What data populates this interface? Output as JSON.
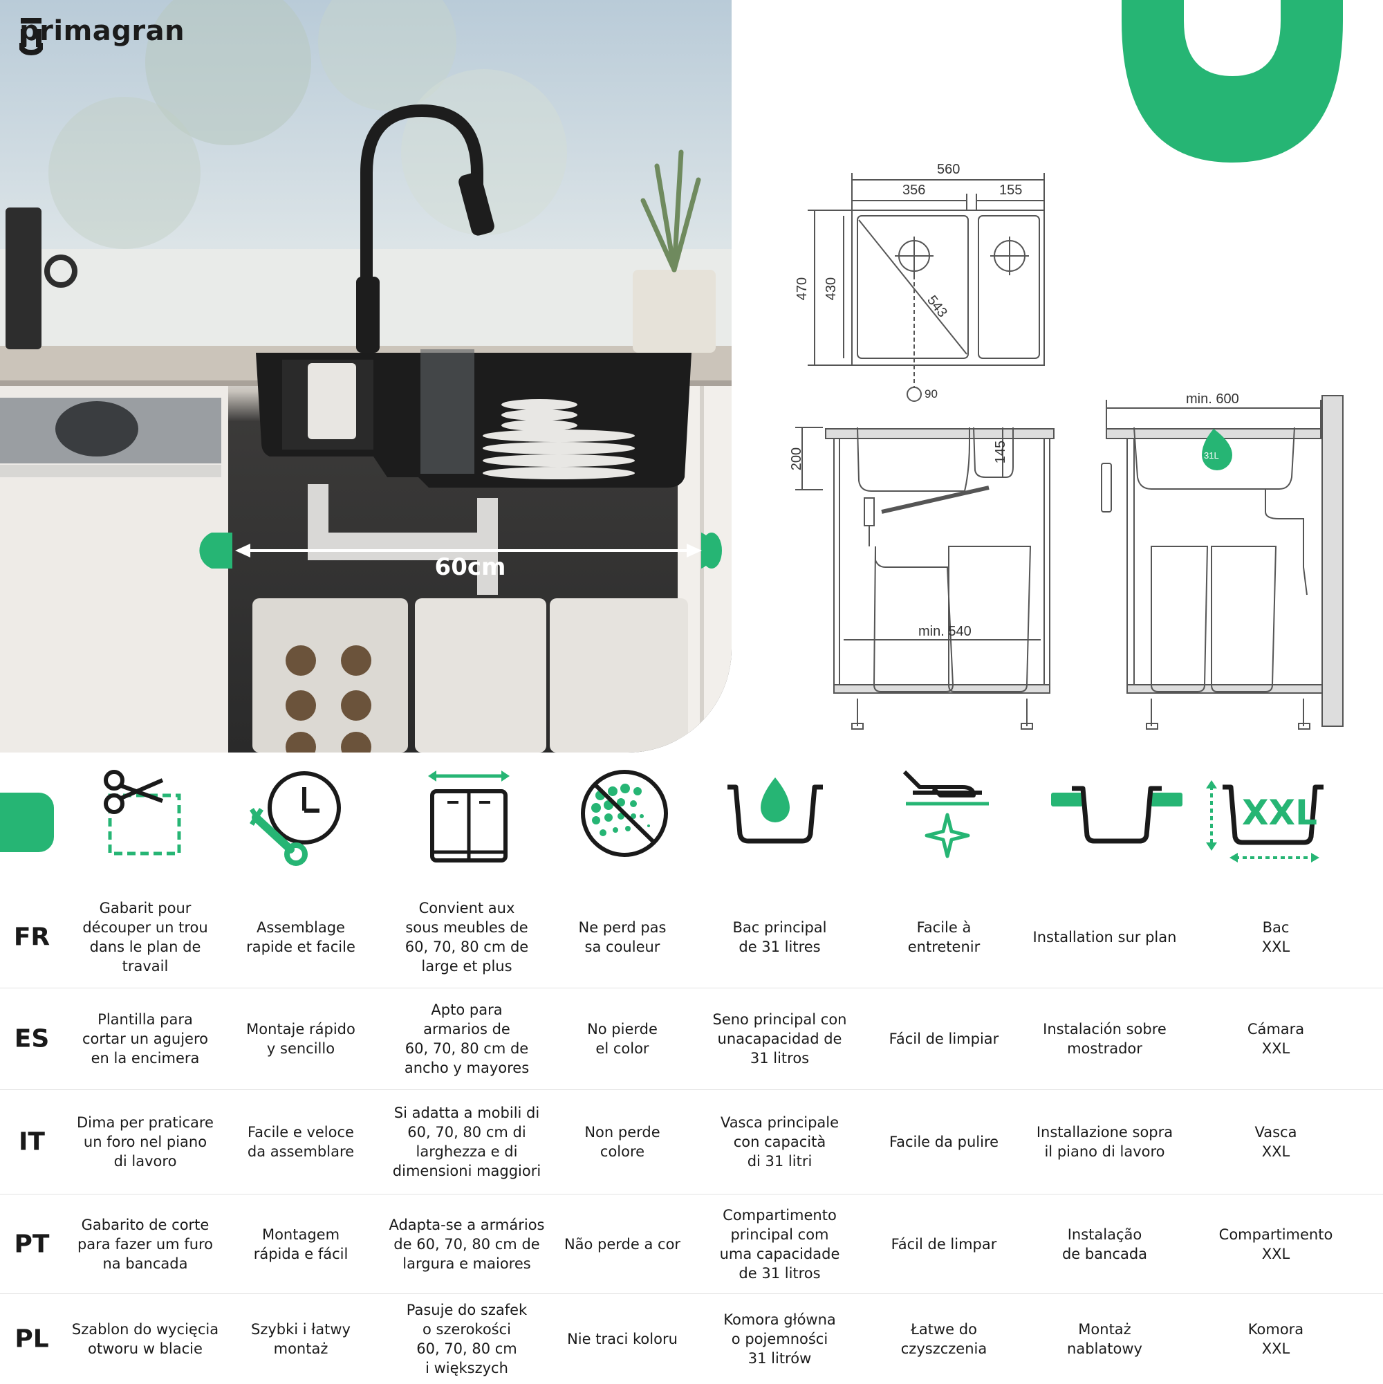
{
  "brand": {
    "name": "primagran"
  },
  "photo": {
    "width_label": "60cm"
  },
  "drawing": {
    "dims": [
      "560",
      "356",
      "155",
      "470",
      "430",
      "543",
      "90",
      "min. 600",
      "200",
      "145",
      "min. 540"
    ],
    "badge": "31L"
  },
  "icons": [
    "scissors-template-icon",
    "wrench-clock-icon",
    "cabinet-width-icon",
    "no-color-loss-icon",
    "sink-water-drop-icon",
    "easy-clean-icon",
    "top-mount-icon",
    "xxl-bowl-icon"
  ],
  "icon_text": {
    "xxl": "XXL"
  },
  "colors": {
    "accent": "#26b574",
    "dark": "#1a1a1a"
  },
  "rows": [
    {
      "lang": "FR",
      "cells": [
        "Gabarit pour\ndécouper un trou\ndans le plan de\ntravail",
        "Assemblage\nrapide et facile",
        "Convient aux\nsous  meubles de\n60, 70, 80 cm  de\nlarge et plus",
        "Ne perd pas\nsa couleur",
        "Bac principal\nde 31 litres",
        "Facile à\nentretenir",
        "Installation sur plan",
        "Bac\nXXL"
      ]
    },
    {
      "lang": "ES",
      "cells": [
        "Plantilla para\ncortar un agujero\nen la encimera",
        "Montaje rápido\ny sencillo",
        "Apto para\narmarios  de\n60, 70, 80 cm  de\nancho y mayores",
        "No pierde\nel color",
        "Seno principal con\nunacapacidad de\n31 litros",
        "Fácil de limpiar",
        "Instalación sobre\nmostrador",
        "Cámara\nXXL"
      ]
    },
    {
      "lang": "IT",
      "cells": [
        "Dima per praticare\nun foro nel piano\ndi lavoro",
        "Facile e veloce\nda assemblare",
        "Si adatta a mobili di\n60, 70, 80 cm di\nlarghezza e di\ndimensioni maggiori",
        "Non perde\ncolore",
        "Vasca principale\ncon capacità\ndi 31 litri",
        "Facile da pulire",
        "Installazione sopra\nil piano di lavoro",
        "Vasca\nXXL"
      ]
    },
    {
      "lang": "PT",
      "cells": [
        "Gabarito de corte\npara fazer um furo\nna bancada",
        "Montagem\nrápida e fácil",
        "Adapta-se a armários\nde 60, 70, 80 cm de\nlargura e maiores",
        "Não perde a cor",
        "Compartimento\nprincipal com\numa capacidade\nde 31 litros",
        "Fácil de limpar",
        "Instalação\nde bancada",
        "Compartimento\nXXL"
      ]
    },
    {
      "lang": "PL",
      "cells": [
        "Szablon do wycięcia\notworu w blacie",
        "Szybki i łatwy\nmontaż",
        "Pasuje do szafek\no szerokości\n60, 70, 80 cm\ni większych",
        "Nie traci koloru",
        "Komora główna\no pojemności\n31 litrów",
        "Łatwe do\nczyszczenia",
        "Montaż\nnablatowy",
        "Komora\nXXL"
      ]
    }
  ]
}
